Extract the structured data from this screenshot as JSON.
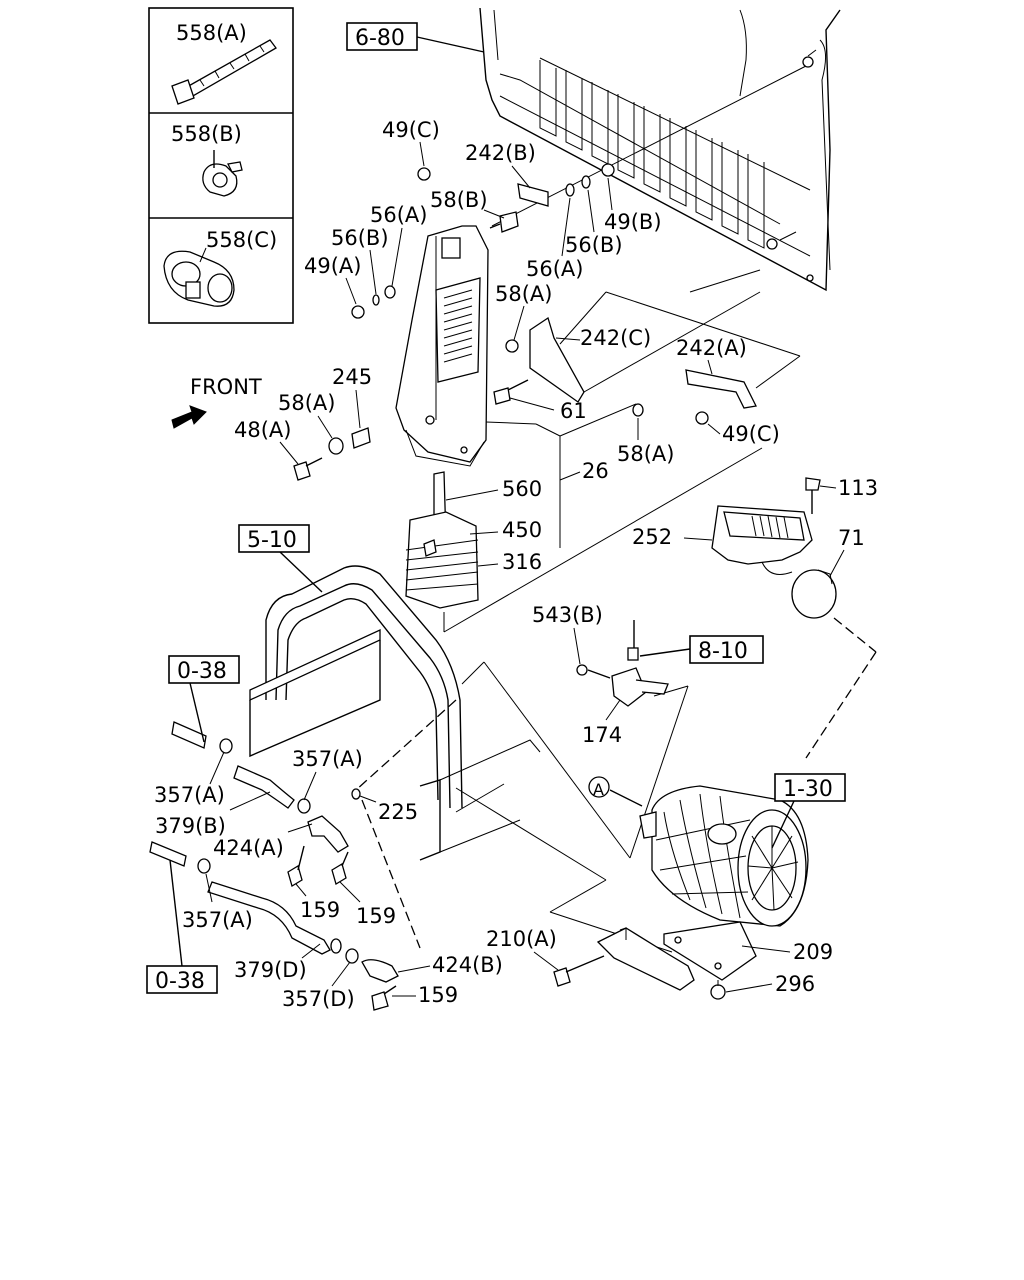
{
  "legend": {
    "clip_a": "558(A)",
    "clip_b": "558(B)",
    "clip_c": "558(C)"
  },
  "refs": {
    "r_6_80": "6-80",
    "r_5_10": "5-10",
    "r_0_38_top": "0-38",
    "r_0_38_bottom": "0-38",
    "r_8_10": "8-10",
    "r_1_30": "1-30"
  },
  "front": "FRONT",
  "circle_a": "A",
  "labels": {
    "n49c_top": "49(C)",
    "n242b": "242(B)",
    "n58b": "58(B)",
    "n56a_left": "56(A)",
    "n56b_left": "56(B)",
    "n49a": "49(A)",
    "n49b": "49(B)",
    "n56b_right": "56(B)",
    "n56a_right": "56(A)",
    "n58a_upper": "58(A)",
    "n242c": "242(C)",
    "n242a": "242(A)",
    "n245": "245",
    "n58a_left": "58(A)",
    "n48a": "48(A)",
    "n61": "61",
    "n58a_lower": "58(A)",
    "n49c_right": "49(C)",
    "n26": "26",
    "n560": "560",
    "n450": "450",
    "n316": "316",
    "n113": "113",
    "n252": "252",
    "n71": "71",
    "n543b": "543(B)",
    "n174": "174",
    "n357a_1": "357(A)",
    "n357a_2": "357(A)",
    "n379b": "379(B)",
    "n424a": "424(A)",
    "n225": "225",
    "n159_1": "159",
    "n159_2": "159",
    "n357a_3": "357(A)",
    "n379d": "379(D)",
    "n357d": "357(D)",
    "n424b": "424(B)",
    "n159_3": "159",
    "n210a": "210(A)",
    "n209": "209",
    "n296": "296"
  }
}
